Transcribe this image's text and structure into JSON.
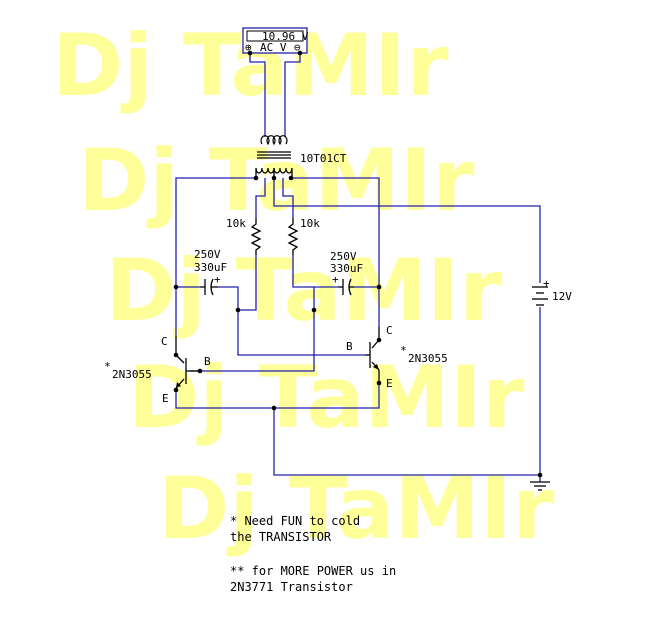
{
  "watermark": {
    "lines": [
      "Dj TaMIr",
      "Dj TaMIr",
      "Dj TaMIr",
      "Dj TaMIr",
      "Dj TaMIr"
    ]
  },
  "meter": {
    "reading": "10.96 V",
    "plus_symbol": "⊕",
    "mode": "AC V",
    "minus_symbol": "⊖"
  },
  "transformer": {
    "label": "10T01CT"
  },
  "resistors": {
    "left": "10k",
    "right": "10k"
  },
  "capacitors": {
    "left": {
      "voltage": "250V",
      "capacitance": "330uF",
      "plus": "+"
    },
    "right": {
      "voltage": "250V",
      "capacitance": "330uF",
      "plus": "+"
    }
  },
  "battery": {
    "label": "12V",
    "plus": "+"
  },
  "transistors": {
    "left": {
      "model": "2N3055",
      "asterisk": "*",
      "c": "C",
      "b": "B",
      "e": "E"
    },
    "right": {
      "model": "2N3055",
      "asterisk": "*",
      "c": "C",
      "b": "B",
      "e": "E"
    }
  },
  "notes": {
    "line1": "* Need FUN to cold",
    "line2": "the TRANSISTOR",
    "line3": "** for MORE POWER us in",
    "line4": "2N3771 Transistor"
  },
  "colors": {
    "wire": "#2222aa",
    "watermark": "#ffff99",
    "component": "#000000"
  }
}
